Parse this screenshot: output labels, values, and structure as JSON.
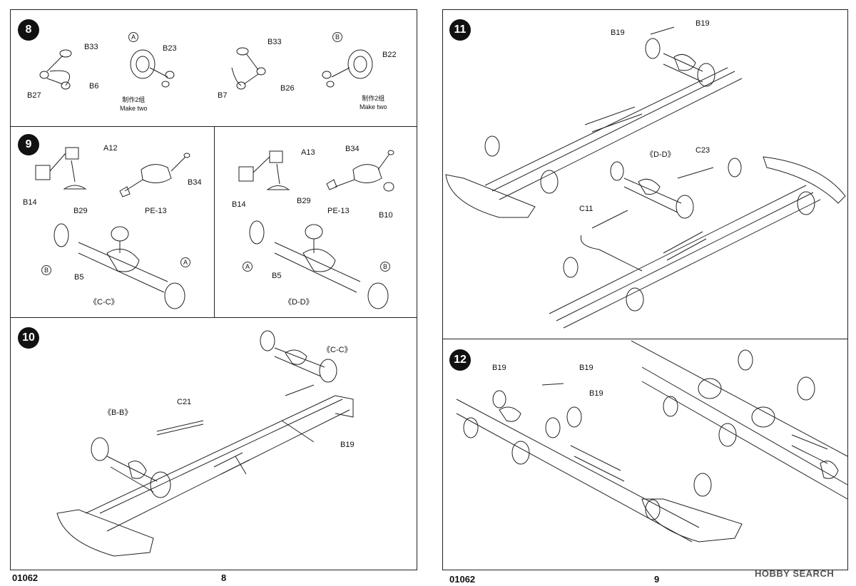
{
  "steps": {
    "s8": "8",
    "s9": "9",
    "s10": "10",
    "s11": "11",
    "s12": "12"
  },
  "step8": {
    "labels": [
      "B33",
      "B6",
      "B27",
      "B23",
      "B33",
      "B7",
      "B26",
      "B22"
    ],
    "circle_a": "A",
    "circle_b": "B",
    "note_cn": "制作2组",
    "note_en": "Make two"
  },
  "step9_left": {
    "labels": [
      "A12",
      "B14",
      "B29",
      "B34",
      "PE-13",
      "B5"
    ],
    "circle_b": "B",
    "circle_a": "A",
    "caption": "《C-C》"
  },
  "step9_right": {
    "labels": [
      "A13",
      "B34",
      "B14",
      "B29",
      "PE-13",
      "B10",
      "B5"
    ],
    "circle_a": "A",
    "circle_b": "B",
    "caption": "《D-D》"
  },
  "step10": {
    "cc": "《C-C》",
    "bb": "《B-B》",
    "c21": "C21",
    "b19": "B19"
  },
  "step11": {
    "b19_a": "B19",
    "b19_b": "B19",
    "dd": "《D-D》",
    "c23": "C23",
    "c11": "C11"
  },
  "step12": {
    "b19_a": "B19",
    "b19_b": "B19",
    "b19_c": "B19"
  },
  "footer": {
    "left_code": "01062",
    "left_page": "8",
    "right_code": "01062",
    "right_page": "9",
    "watermark": "HOBBY SEARCH"
  }
}
